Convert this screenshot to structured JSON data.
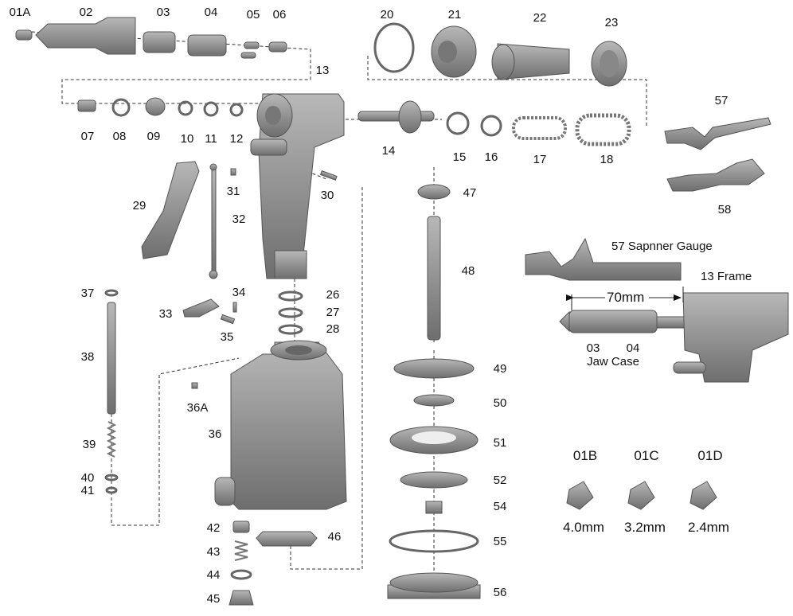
{
  "part_labels": {
    "p01A": "01A",
    "p02": "02",
    "p03": "03",
    "p04": "04",
    "p05": "05",
    "p06": "06",
    "p07": "07",
    "p08": "08",
    "p09": "09",
    "p10": "10",
    "p11": "11",
    "p12": "12",
    "p13": "13",
    "p14": "14",
    "p15": "15",
    "p16": "16",
    "p17": "17",
    "p18": "18",
    "p20": "20",
    "p21": "21",
    "p22": "22",
    "p23": "23",
    "p26": "26",
    "p27": "27",
    "p28": "28",
    "p29": "29",
    "p30": "30",
    "p31": "31",
    "p32": "32",
    "p33": "33",
    "p34": "34",
    "p35": "35",
    "p36": "36",
    "p36A": "36A",
    "p37": "37",
    "p38": "38",
    "p39": "39",
    "p40": "40",
    "p41": "41",
    "p42": "42",
    "p43": "43",
    "p44": "44",
    "p45": "45",
    "p46": "46",
    "p47": "47",
    "p48": "48",
    "p49": "49",
    "p50": "50",
    "p51": "51",
    "p52": "52",
    "p54": "54",
    "p55": "55",
    "p56": "56",
    "p57": "57",
    "p58": "58"
  },
  "gauge_detail": {
    "gauge_label": "57  Sapnner Gauge",
    "frame_label": "13 Frame",
    "dimension": "70mm",
    "part03": "03",
    "part04": "04",
    "jaw_case": "Jaw Case"
  },
  "nosepieces": [
    {
      "label": "01B",
      "size": "4.0mm"
    },
    {
      "label": "01C",
      "size": "3.2mm"
    },
    {
      "label": "01D",
      "size": "2.4mm"
    }
  ]
}
